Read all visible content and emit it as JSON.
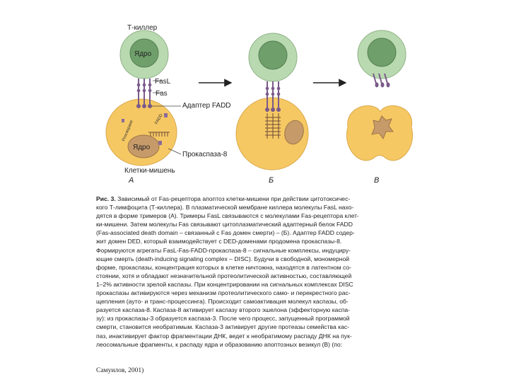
{
  "labels": {
    "t_killer": "Т-киллер",
    "nucleus": "Ядро",
    "fasl": "FasL",
    "fas": "Fas",
    "adapter": "Адаптер FADD",
    "procaspase": "Прокаспаза-8",
    "target_cell": "Клетки-мишень",
    "panel_a": "А",
    "panel_b": "Б",
    "panel_c": "В",
    "membrane_text_1": "Procaspase",
    "membrane_text_2": "FADD"
  },
  "caption": {
    "label": "Рис. 3.",
    "lines": [
      "Зависимый от Fas-рецептора апоптоз клетки-мишени при действии цитотоксичес-",
      "кого Т-лимфоцита (Т-киллера). В плазматической мембране киллера молекулы FasL нахо-",
      "дятся в форме тримеров (А). Тримеры FasL связываются с молекулами Fas-рецептора клет-",
      "ки-мишени. Затем молекулы Fas связывают цитоплазматический адаптерный белок FADD",
      "(Fas-associated death domain – связанный с Fas домен смерти) – (Б). Адаптер FADD содер-",
      "жит домен DED, который взаимодействует с DED-доменами продомена прокаспазы-8.",
      "Формируются агрегаты FasL-Fas-FADD-прокаспаза-8 – сигнальные комплексы, индуциру-",
      "ющие смерть (death-inducing signaling complex – DISC). Будучи в свободной, мономерной",
      "форме, прокаспазы, концентрация которых в клетке ничтожна, находятся в латентном со-",
      "стоянии, хотя и обладают незначительной протеолитической активностью, составляющей",
      "1–2% активности зрелой каспазы. При концентрировании на сигнальных комплексах DISC",
      "прокаспазы активируются через механизм протеолитического само- и перекрестного рас-",
      "щепления (ауто- и транс-процессинга). Происходит самоактивация молекул каспазы, об-",
      "разуется каспаза-8. Каспаза-8 активирует каспазу второго эшелона (эффекторную каспа-",
      "зу): из прокаспазы-3 образуется каспаза-3. После чего процесс, запущенный программой",
      "смерти, становится необратимым. Каспаза-3 активирует другие протеазы семейства кас-",
      "паз, инактивирует фактор фрагментации ДНК, ведет к необратимому распаду ДНК на пук-",
      "леосомальные фрагменты, к распаду ядра и образованию апоптозных везикул (В) (по:"
    ]
  },
  "citation": "Самуилов, 2001)",
  "colors": {
    "tcell_body": "#b9d9b0",
    "tcell_nucleus": "#6f9f6a",
    "target_body": "#f6c863",
    "target_nucleus": "#c79a6a",
    "receptor": "#7a5a8a",
    "arrow": "#222222"
  }
}
